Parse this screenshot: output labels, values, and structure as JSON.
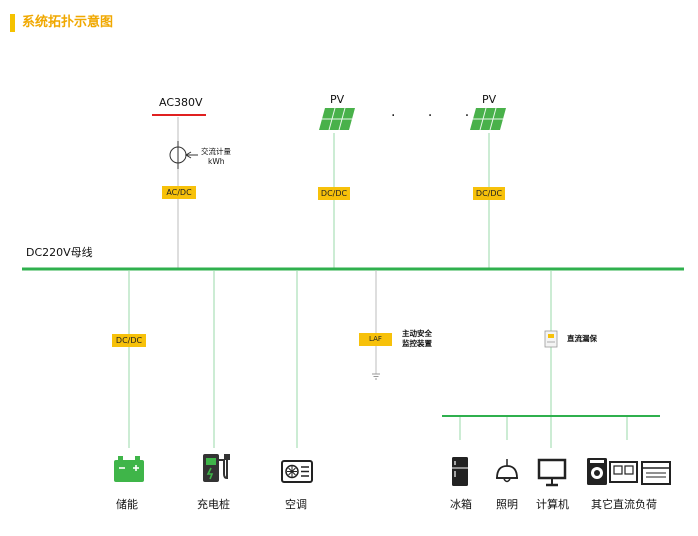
{
  "header": {
    "title": "系统拓扑示意图"
  },
  "source": {
    "label": "AC380V",
    "meter_line1": "交流计量",
    "meter_line2": "kWh",
    "converter": "AC/DC"
  },
  "pv": [
    {
      "label": "PV",
      "converter": "DC/DC"
    },
    {
      "label": "PV",
      "converter": "DC/DC"
    }
  ],
  "ellipsis": "· · ·",
  "bus": {
    "label": "DC220V母线"
  },
  "storage": {
    "converter": "DC/DC",
    "label": "储能"
  },
  "charger": {
    "label": "充电桩"
  },
  "aircon": {
    "label": "空调"
  },
  "safety": {
    "box": "LAF",
    "line1": "主动安全",
    "line2": "监控装置"
  },
  "leakage": {
    "label": "直流漏保"
  },
  "loads": [
    {
      "label": "冰箱",
      "icon": "fridge-icon"
    },
    {
      "label": "照明",
      "icon": "lamp-icon"
    },
    {
      "label": "计算机",
      "icon": "computer-icon"
    },
    {
      "label": "其它直流负荷",
      "icon": "other-appliances-icon"
    }
  ],
  "colors": {
    "bus": "#2fb04e",
    "accent": "#f7c10a",
    "ac_line": "#e02020",
    "branch": "#9ad8a8"
  }
}
